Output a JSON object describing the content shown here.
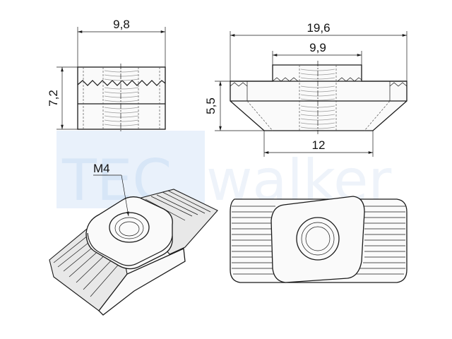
{
  "watermark": {
    "left": "TEC",
    "right": "walker",
    "color": "#2f7fd0"
  },
  "dimensions": {
    "front_width": "9,8",
    "front_height": "7,2",
    "side_total_width": "19,6",
    "side_top_width": "9,9",
    "side_height": "5,5",
    "side_bottom_width": "12"
  },
  "callouts": {
    "thread": "M4"
  }
}
